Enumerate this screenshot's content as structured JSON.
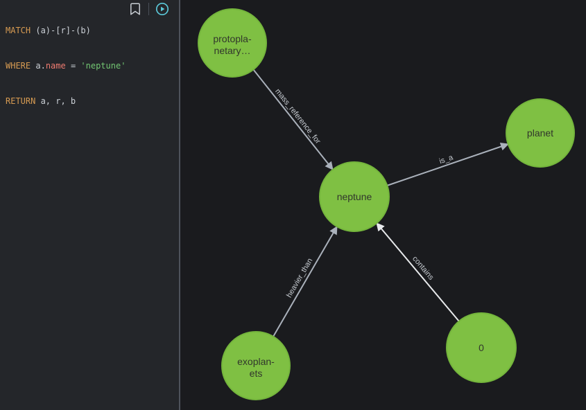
{
  "editor": {
    "line1": {
      "keyword": "MATCH",
      "code": " (a)-[r]-(b)"
    },
    "line2": {
      "keyword": "WHERE",
      "code_pre": " a.",
      "property": "name",
      "operator": " = ",
      "string": "'neptune'"
    },
    "line3": {
      "keyword": "RETURN",
      "code": " a, r, b"
    }
  },
  "toolbar": {
    "icons": {
      "bookmark": "bookmark-icon",
      "run_query": "play-circle-icon"
    }
  },
  "graph": {
    "nodes": [
      {
        "id": "protoplanetary",
        "label": "protopla-netary…",
        "line1": "protopla-",
        "line2": "netary…"
      },
      {
        "id": "neptune",
        "label": "neptune"
      },
      {
        "id": "planet",
        "label": "planet"
      },
      {
        "id": "exoplanets",
        "label": "exoplan-ets",
        "line1": "exoplan-",
        "line2": "ets"
      },
      {
        "id": "zero",
        "label": "0"
      }
    ],
    "edges": [
      {
        "label": "mass_reference_for",
        "from": "protoplanetary",
        "to": "neptune"
      },
      {
        "label": "is_a",
        "from": "neptune",
        "to": "planet"
      },
      {
        "label": "heavier_than",
        "from": "exoplanets",
        "to": "neptune"
      },
      {
        "label": "contains",
        "from": "zero",
        "to": "neptune"
      }
    ]
  },
  "colors": {
    "panel_bg": "#24262a",
    "canvas_bg": "#1a1b1e",
    "panel_divider": "#4e535b",
    "node_fill": "#7fc043",
    "node_border": "#74b53c",
    "node_text": "#31362c",
    "edge": "#aab1bb",
    "edge_bright": "#e8eaec",
    "edge_label_text": "#c6cbd1",
    "keyword": "#d79b52",
    "property": "#ee7b70",
    "string": "#73c773",
    "plain_code": "#ccd1d7",
    "play_icon": "#5bc8d8",
    "bookmark_icon": "#c9ced4"
  }
}
